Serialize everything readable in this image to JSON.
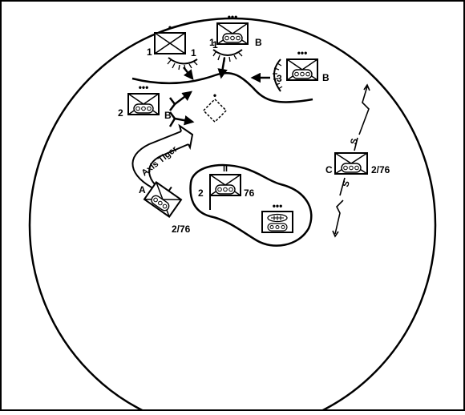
{
  "route_label": "Axis Tiger",
  "units": {
    "top_left_size": "•",
    "top_left_id": "1",
    "top_mid_size": "•••",
    "top_mid_id": "1",
    "top_mid_parent": "B",
    "right_size": "•••",
    "right_parent": "B",
    "left_mid_size": "•••",
    "left_mid_id": "2",
    "left_mid_parent": "B",
    "objective_size": "•",
    "center_size": "II",
    "center_id": "2",
    "center_parent": "76",
    "bottom_size": "•••",
    "axis_unit_id": "A",
    "axis_unit_parent": "2/76",
    "screen_id": "C",
    "screen_parent": "2/76"
  },
  "support_labels": {
    "support_1": "1",
    "support_2": "1",
    "support_3": "3"
  },
  "screen_marks": {
    "upper_s": "S",
    "lower_s": "S"
  },
  "colors": {
    "ink": "#000000",
    "background": "#ffffff"
  }
}
